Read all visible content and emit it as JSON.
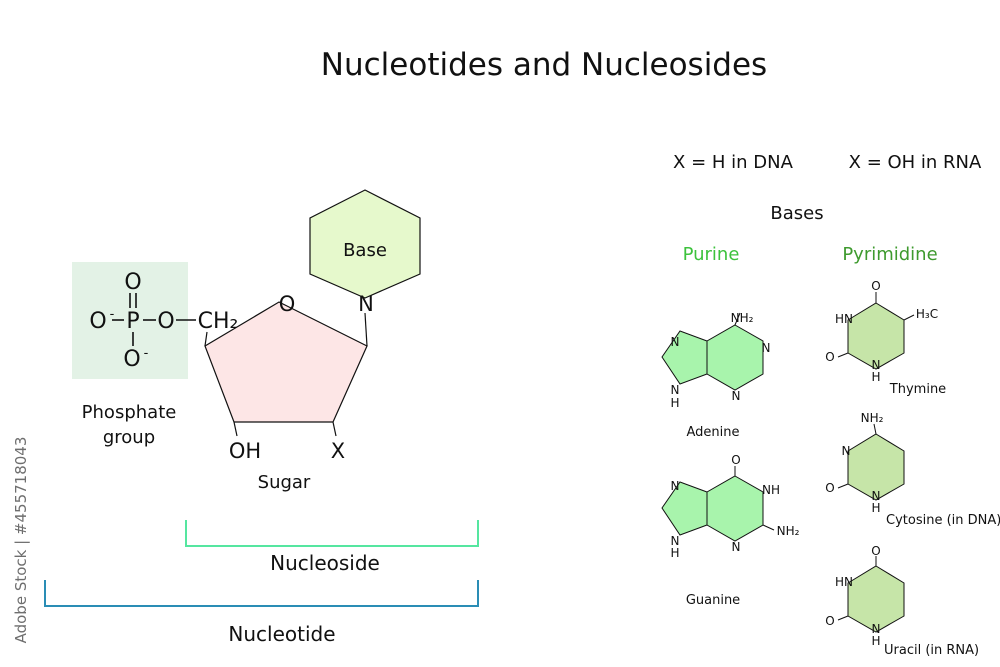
{
  "title": "Nucleotides and Nucleosides",
  "legend": {
    "dna": "X = H in DNA",
    "rna": "X = OH in RNA"
  },
  "phosphate": {
    "o_top": "O",
    "o_left": "O",
    "minus": "-",
    "p": "P",
    "o_bridge": "O",
    "ch2": "CH₂",
    "o_bottom": "O",
    "label_line1": "Phosphate",
    "label_line2": "group"
  },
  "sugar": {
    "ring_o": "O",
    "oh": "OH",
    "x": "X",
    "label": "Sugar"
  },
  "base": {
    "label": "Base",
    "n": "N"
  },
  "brackets": {
    "nucleoside": "Nucleoside",
    "nucleotide": "Nucleotide"
  },
  "bases": {
    "heading": "Bases",
    "purine_heading": "Purine",
    "pyrimidine_heading": "Pyrimidine",
    "adenine": {
      "name": "Adenine",
      "nh2": "NH₂",
      "n": "N",
      "h": "H"
    },
    "guanine": {
      "name": "Guanine",
      "o": "O",
      "nh": "NH",
      "nh2": "NH₂",
      "n": "N",
      "h": "H"
    },
    "thymine": {
      "name": "Thymine",
      "o": "O",
      "hn": "HN",
      "h3c": "H₃C",
      "n": "N",
      "h": "H"
    },
    "cytosine": {
      "name": "Cytosine (in DNA)",
      "nh2": "NH₂",
      "n": "N",
      "o": "O",
      "h": "H"
    },
    "uracil": {
      "name": "Uracil (in RNA)",
      "o": "O",
      "hn": "HN",
      "n": "N",
      "h": "H"
    }
  },
  "watermark": "Adobe Stock | #455718043",
  "colors": {
    "phosphate_fill": "#e3f2e6",
    "sugar_fill": "#fde6e6",
    "base_fill": "#e6f9cc",
    "purine_fill": "#a8f4ac",
    "pyrimidine_fill": "#c6e5a8",
    "purine_text": "#3cc23c",
    "pyrimidine_text": "#3e9a2e",
    "nucleoside_bracket": "#55e6a0",
    "nucleotide_bracket": "#2a8db5"
  }
}
